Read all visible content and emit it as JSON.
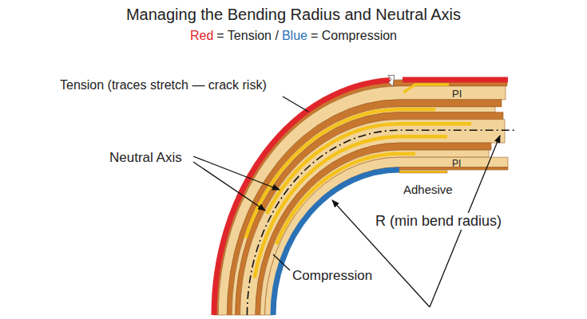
{
  "diagram": {
    "title": "Managing the Bending Radius and Neutral Axis",
    "labels": [
      "Red",
      "= Tension /",
      "Blue",
      "= Compression",
      "Tension (traces stretch — crack risk)",
      "Neutral Axis",
      "PI",
      "PI",
      "Adhesive",
      "R (min bend radius)",
      "Compression"
    ]
  }
}
